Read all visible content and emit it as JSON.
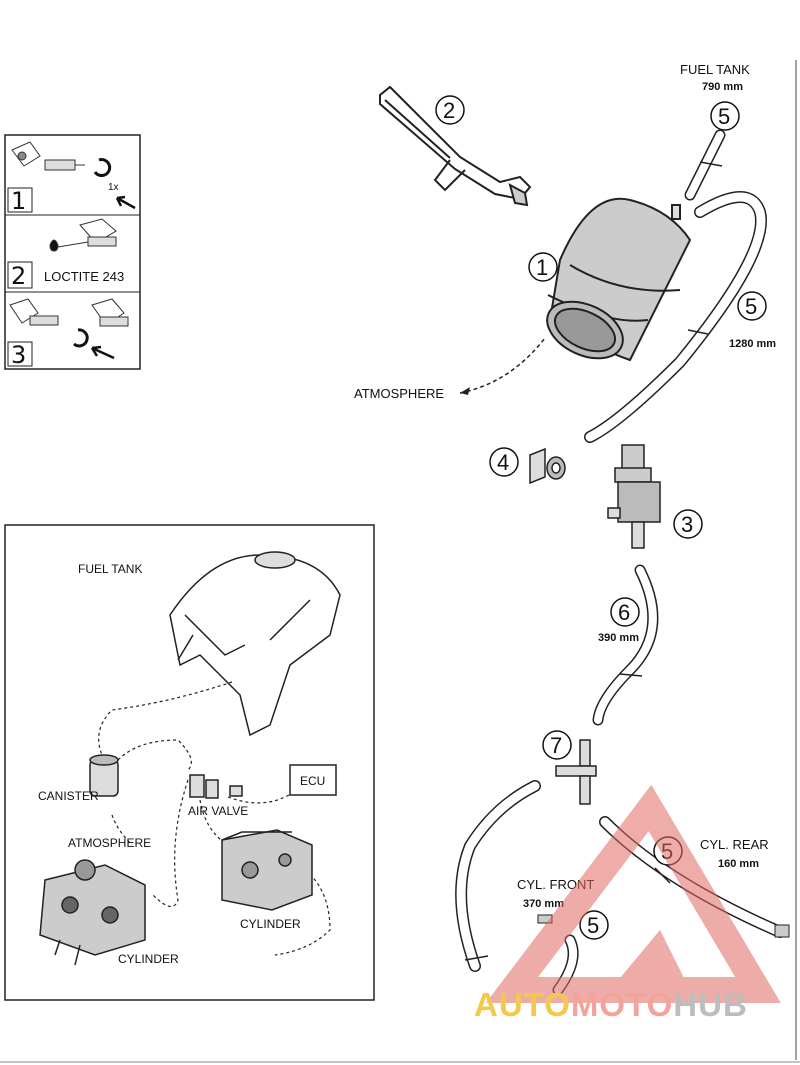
{
  "parts_labels": {
    "fuel_tank_top": "FUEL TANK",
    "fuel_tank_len": "790 mm",
    "hose_right_len": "1280 mm",
    "hose_mid_len": "390 mm",
    "atmosphere": "ATMOSPHERE",
    "cyl_rear": "CYL. REAR",
    "cyl_rear_len": "160 mm",
    "cyl_front": "CYL. FRONT",
    "cyl_front_len": "370 mm"
  },
  "callouts": {
    "c1": "1",
    "c2": "2",
    "c3": "3",
    "c4": "4",
    "c5": "5",
    "c6": "6",
    "c7": "7"
  },
  "steps_box": {
    "step1_num": "1",
    "step1_note": "1x",
    "step2_num": "2",
    "step2_text": "LOCTITE 243",
    "step3_num": "3"
  },
  "schematic": {
    "fuel_tank": "FUEL TANK",
    "canister": "CANISTER",
    "air_valve": "AIR VALVE",
    "ecu": "ECU",
    "atmosphere": "ATMOSPHERE",
    "cylinder_right": "CYLINDER",
    "cylinder_left": "CYLINDER"
  },
  "watermark": {
    "part1": "AUTO",
    "part2": "MOTO",
    "part3": "HUB"
  }
}
